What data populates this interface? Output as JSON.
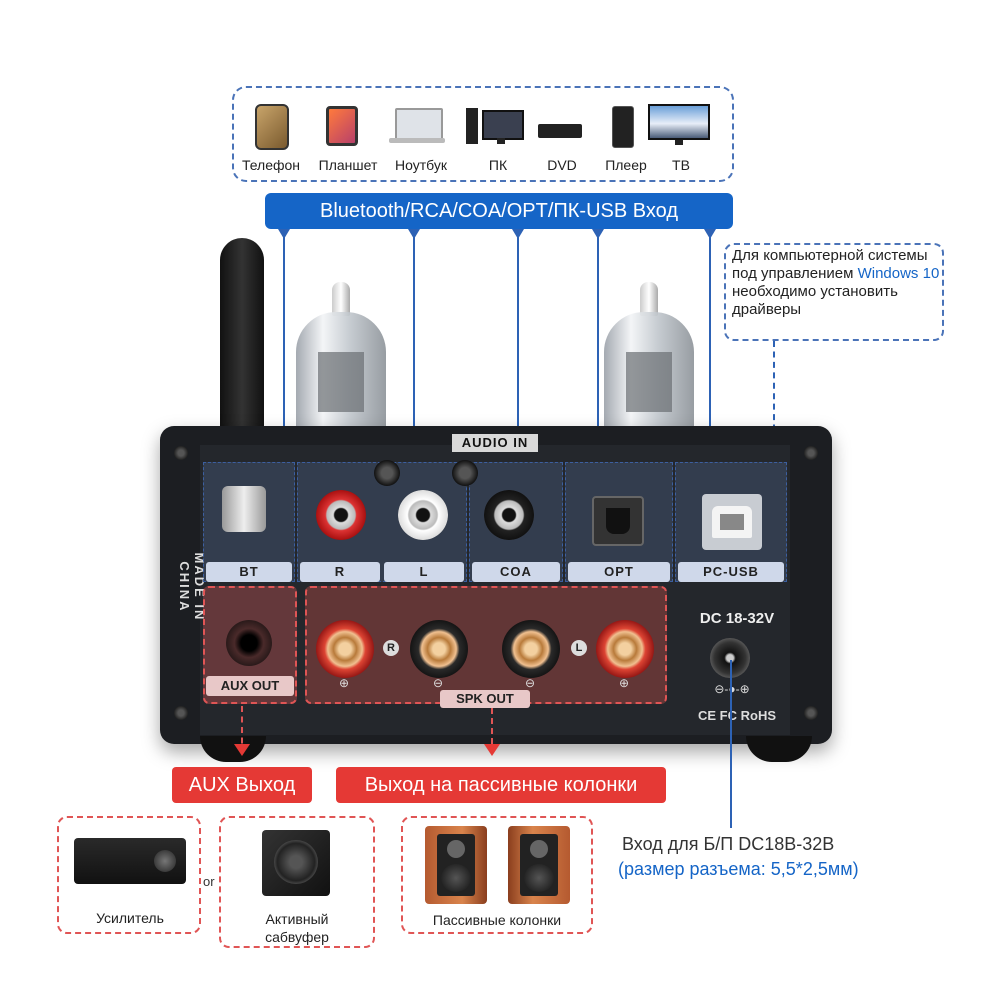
{
  "devices": [
    {
      "icon": "phone-icon",
      "label": "Телефон"
    },
    {
      "icon": "tablet-icon",
      "label": "Планшет"
    },
    {
      "icon": "laptop-icon",
      "label": "Ноутбук"
    },
    {
      "icon": "pc-icon",
      "label": "ПК"
    },
    {
      "icon": "dvd-icon",
      "label": "DVD"
    },
    {
      "icon": "player-icon",
      "label": "Плеер"
    },
    {
      "icon": "tv-icon",
      "label": "ТВ"
    }
  ],
  "input_banner": "Bluetooth/RCA/COA/OPT/ПК-USB Вход",
  "driver_note": {
    "before": "Для компьютерной системы под управлением ",
    "highlight": "Windows 10",
    "after": " необходимо установить драйверы"
  },
  "panel": {
    "audio_in": "AUDIO IN",
    "made_in": "MADE IN CHINA",
    "bt": "BT",
    "r": "R",
    "l": "L",
    "coa": "COA",
    "opt": "OPT",
    "pcusb": "PC-USB",
    "aux_out": "AUX OUT",
    "spk_out": "SPK OUT",
    "dc": "DC 18-32V",
    "cert": "CE FC RoHS",
    "plus": "⊕",
    "minus": "⊖"
  },
  "aux_banner": "AUX Выход",
  "spk_banner": "Выход на пассивные колонки",
  "power": {
    "line1": "Вход для Б/П DC18B-32B",
    "line2": "(размер разъема: 5,5*2,5мм)"
  },
  "outputs": {
    "amp": "Усилитель",
    "or": "or",
    "sub": "Активный сабвуфер",
    "speakers": "Пассивные колонки"
  },
  "colors": {
    "accent_blue": "#1565c7",
    "accent_red": "#e53935"
  }
}
